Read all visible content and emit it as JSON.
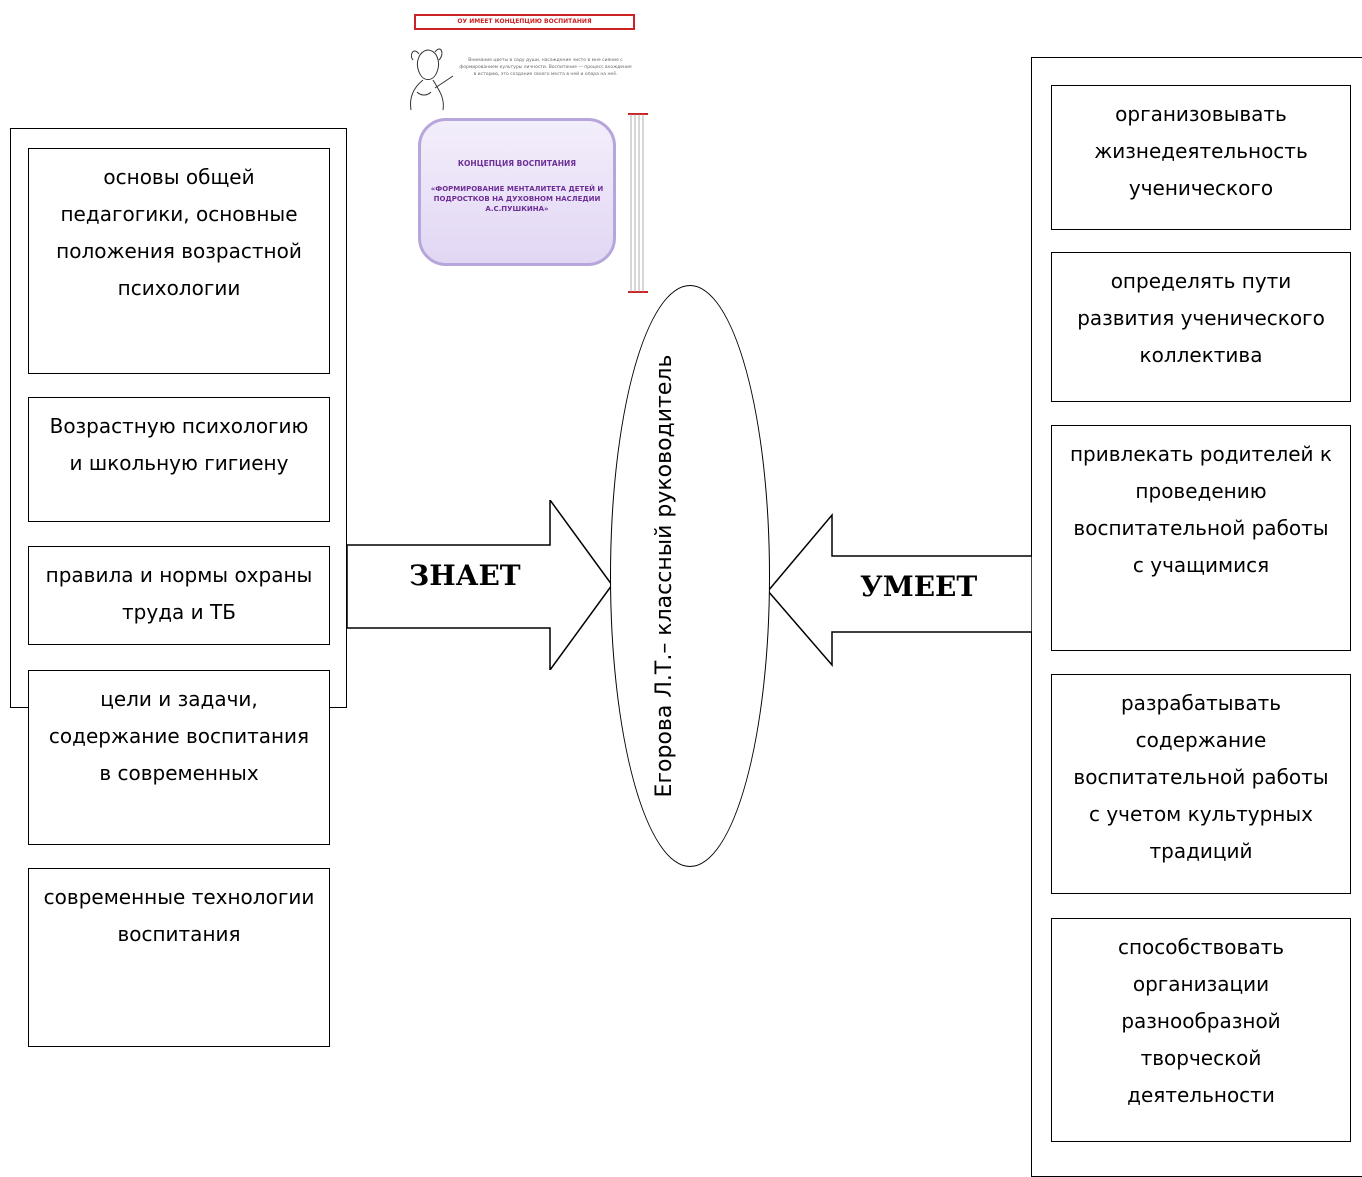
{
  "thumbnail": {
    "title": "ОУ  ИМЕЕТ  КОНЦЕПЦИЮ  ВОСПИТАНИЯ",
    "caption": "Внимание цветы в саду души, насаждение чисто в мне сияние с формированием культуры личности. Воспитание — процесс вхождения в историю, это создание своего места в ней и опора на неё.",
    "concept_title": "КОНЦЕПЦИЯ ВОСПИТАНИЯ",
    "concept_subtitle": "«ФОРМИРОВАНИЕ МЕНТАЛИТЕТА ДЕТЕЙ И ПОДРОСТКОВ НА ДУХОВНОМ НАСЛЕДИИ А.С.ПУШКИНА»"
  },
  "knows": {
    "label": "ЗНАЕТ",
    "items": [
      "основы общей педагогики, основные положения возрастной психологии",
      "Возрастную психологию и школьную гигиену",
      "правила и нормы охраны труда и ТБ",
      "цели и задачи, содержание воспитания в современных",
      "современные технологии воспитания"
    ]
  },
  "center": {
    "text": "Егорова Л.Т.– классный руководитель"
  },
  "can": {
    "label": "УМЕЕТ",
    "items": [
      "организовывать жизнедеятельность ученического",
      "определять пути развития ученического коллектива",
      "привлекать родителей к проведению воспитательной работы с учащимися",
      "разрабатывать содержание воспитательной работы с учетом культурных традиций",
      "способствовать организации разнообразной творческой деятельности"
    ]
  },
  "colors": {
    "thumbnail_accent": "#c22222",
    "concept_text": "#6d2f96",
    "concept_border": "#b7a6dc"
  }
}
